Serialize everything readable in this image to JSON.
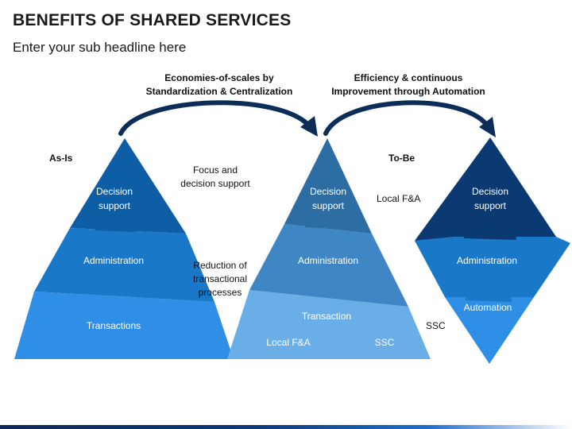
{
  "header": {
    "title": "BENEFITS OF SHARED SERVICES",
    "subtitle": "Enter your sub headline here"
  },
  "arrows": {
    "left_label_1": "Economies-of-scales by",
    "left_label_2": "Standardization & Centralization",
    "right_label_1": "Efficiency & continuous",
    "right_label_2": "Improvement through Automation"
  },
  "as_is": {
    "label": "As-Is",
    "top": "Decision\nsupport",
    "top_line1": "Decision",
    "top_line2": "support",
    "middle": "Administration",
    "bottom": "Transactions"
  },
  "notes": {
    "focus_1": "Focus and",
    "focus_2": "decision support",
    "reduction_1": "Reduction of",
    "reduction_2": "transactional",
    "reduction_3": "processes"
  },
  "middle_pyramid": {
    "top_line1": "Decision",
    "top_line2": "support",
    "side_label": "Local F&A",
    "middle": "Administration",
    "bottom": "Transaction",
    "bottom_left": "Local F&A",
    "bottom_right": "SSC",
    "outside_label": "SSC"
  },
  "to_be": {
    "label": "To-Be",
    "top_line1": "Decision",
    "top_line2": "support",
    "middle": "Administration",
    "bottom": "Automation"
  },
  "colors": {
    "navy": "#0b3a73",
    "dark_blue": "#0e5ea6",
    "mid_blue": "#1a78c8",
    "light_blue": "#2f8fe6",
    "steel_top": "#2c6ea3",
    "steel_mid": "#3f86c4",
    "steel_light": "#6aaee8",
    "arrow": "#0c2d57"
  }
}
